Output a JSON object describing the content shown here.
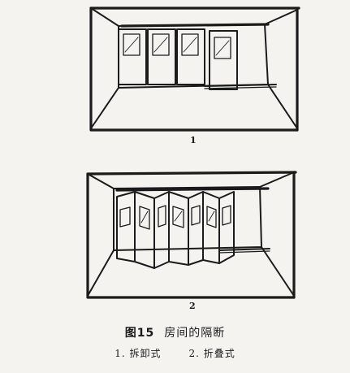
{
  "figure": {
    "panel_1_number": "1",
    "panel_2_number": "2",
    "figure_number": "图15",
    "figure_title": "房间的隔断",
    "legend_1": "1. 拆卸式",
    "legend_2": "2. 折叠式"
  }
}
